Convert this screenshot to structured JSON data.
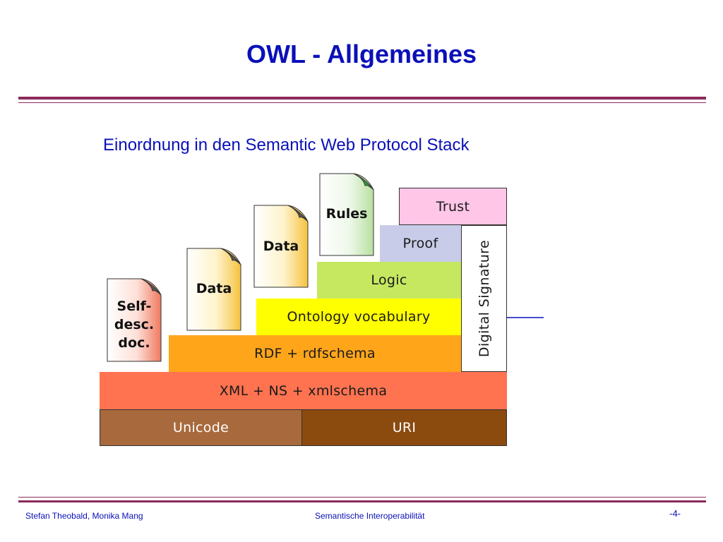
{
  "slide": {
    "title": "OWL - Allgemeines",
    "subtitle": "Einordnung in den Semantic Web Protocol Stack"
  },
  "diagram": {
    "layers": {
      "unicode": "Unicode",
      "uri": "URI",
      "xml": "XML + NS + xmlschema",
      "rdf": "RDF + rdfschema",
      "ontology": "Ontology vocabulary",
      "logic": "Logic",
      "proof": "Proof",
      "trust": "Trust",
      "digital_signature": "Digital Signature"
    },
    "documents": {
      "self_desc_line1": "Self-",
      "self_desc_line2": "desc.",
      "self_desc_line3": "doc.",
      "data_lower": "Data",
      "data_upper": "Data",
      "rules": "Rules"
    },
    "colors": {
      "unicode": "#a86a3d",
      "uri": "#8b4a0e",
      "xml": "#ff7350",
      "rdf": "#ffa51a",
      "ontology": "#ffff00",
      "logic": "#c6e860",
      "proof": "#c8cce8",
      "trust": "#ffc6e8",
      "accent": "#0a10b8",
      "rule": "#8b2a5a"
    }
  },
  "footer": {
    "authors": "Stefan Theobald, Monika Mang",
    "course": "Semantische Interoperabilität",
    "page": "-4-"
  }
}
